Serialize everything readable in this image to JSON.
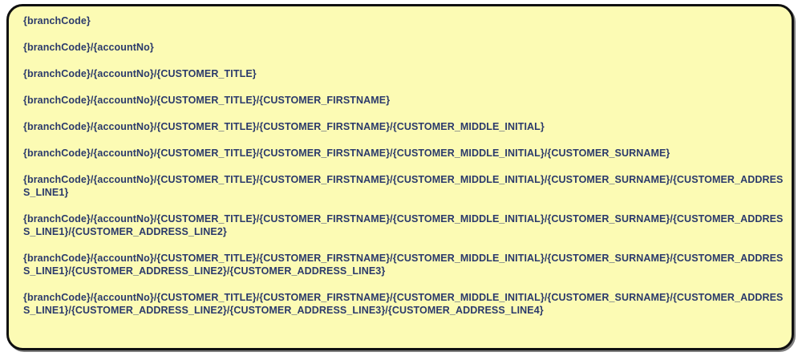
{
  "note": {
    "background_color": "#fcfbb4",
    "border_color": "#101010",
    "text_color": "#2b3a6b",
    "paths": [
      {
        "label": "{branchCode}"
      },
      {
        "label": "{branchCode}/{accountNo}"
      },
      {
        "label": "{branchCode}/{accountNo}/{CUSTOMER_TITLE}"
      },
      {
        "label": "{branchCode}/{accountNo}/{CUSTOMER_TITLE}/{CUSTOMER_FIRSTNAME}"
      },
      {
        "label": "{branchCode}/{accountNo}/{CUSTOMER_TITLE}/{CUSTOMER_FIRSTNAME}/{CUSTOMER_MIDDLE_INITIAL}"
      },
      {
        "label": "{branchCode}/{accountNo}/{CUSTOMER_TITLE}/{CUSTOMER_FIRSTNAME}/{CUSTOMER_MIDDLE_INITIAL}/{CUSTOMER_SURNAME}"
      },
      {
        "label": "{branchCode}/{accountNo}/{CUSTOMER_TITLE}/{CUSTOMER_FIRSTNAME}/{CUSTOMER_MIDDLE_INITIAL}/{CUSTOMER_SURNAME}/{CUSTOMER_ADDRESS_LINE1}"
      },
      {
        "label": "{branchCode}/{accountNo}/{CUSTOMER_TITLE}/{CUSTOMER_FIRSTNAME}/{CUSTOMER_MIDDLE_INITIAL}/{CUSTOMER_SURNAME}/{CUSTOMER_ADDRESS_LINE1}/{CUSTOMER_ADDRESS_LINE2}"
      },
      {
        "label": "{branchCode}/{accountNo}/{CUSTOMER_TITLE}/{CUSTOMER_FIRSTNAME}/{CUSTOMER_MIDDLE_INITIAL}/{CUSTOMER_SURNAME}/{CUSTOMER_ADDRESS_LINE1}/{CUSTOMER_ADDRESS_LINE2}/{CUSTOMER_ADDRESS_LINE3}"
      },
      {
        "label": "{branchCode}/{accountNo}/{CUSTOMER_TITLE}/{CUSTOMER_FIRSTNAME}/{CUSTOMER_MIDDLE_INITIAL}/{CUSTOMER_SURNAME}/{CUSTOMER_ADDRESS_LINE1}/{CUSTOMER_ADDRESS_LINE2}/{CUSTOMER_ADDRESS_LINE3}/{CUSTOMER_ADDRESS_LINE4}"
      }
    ]
  }
}
